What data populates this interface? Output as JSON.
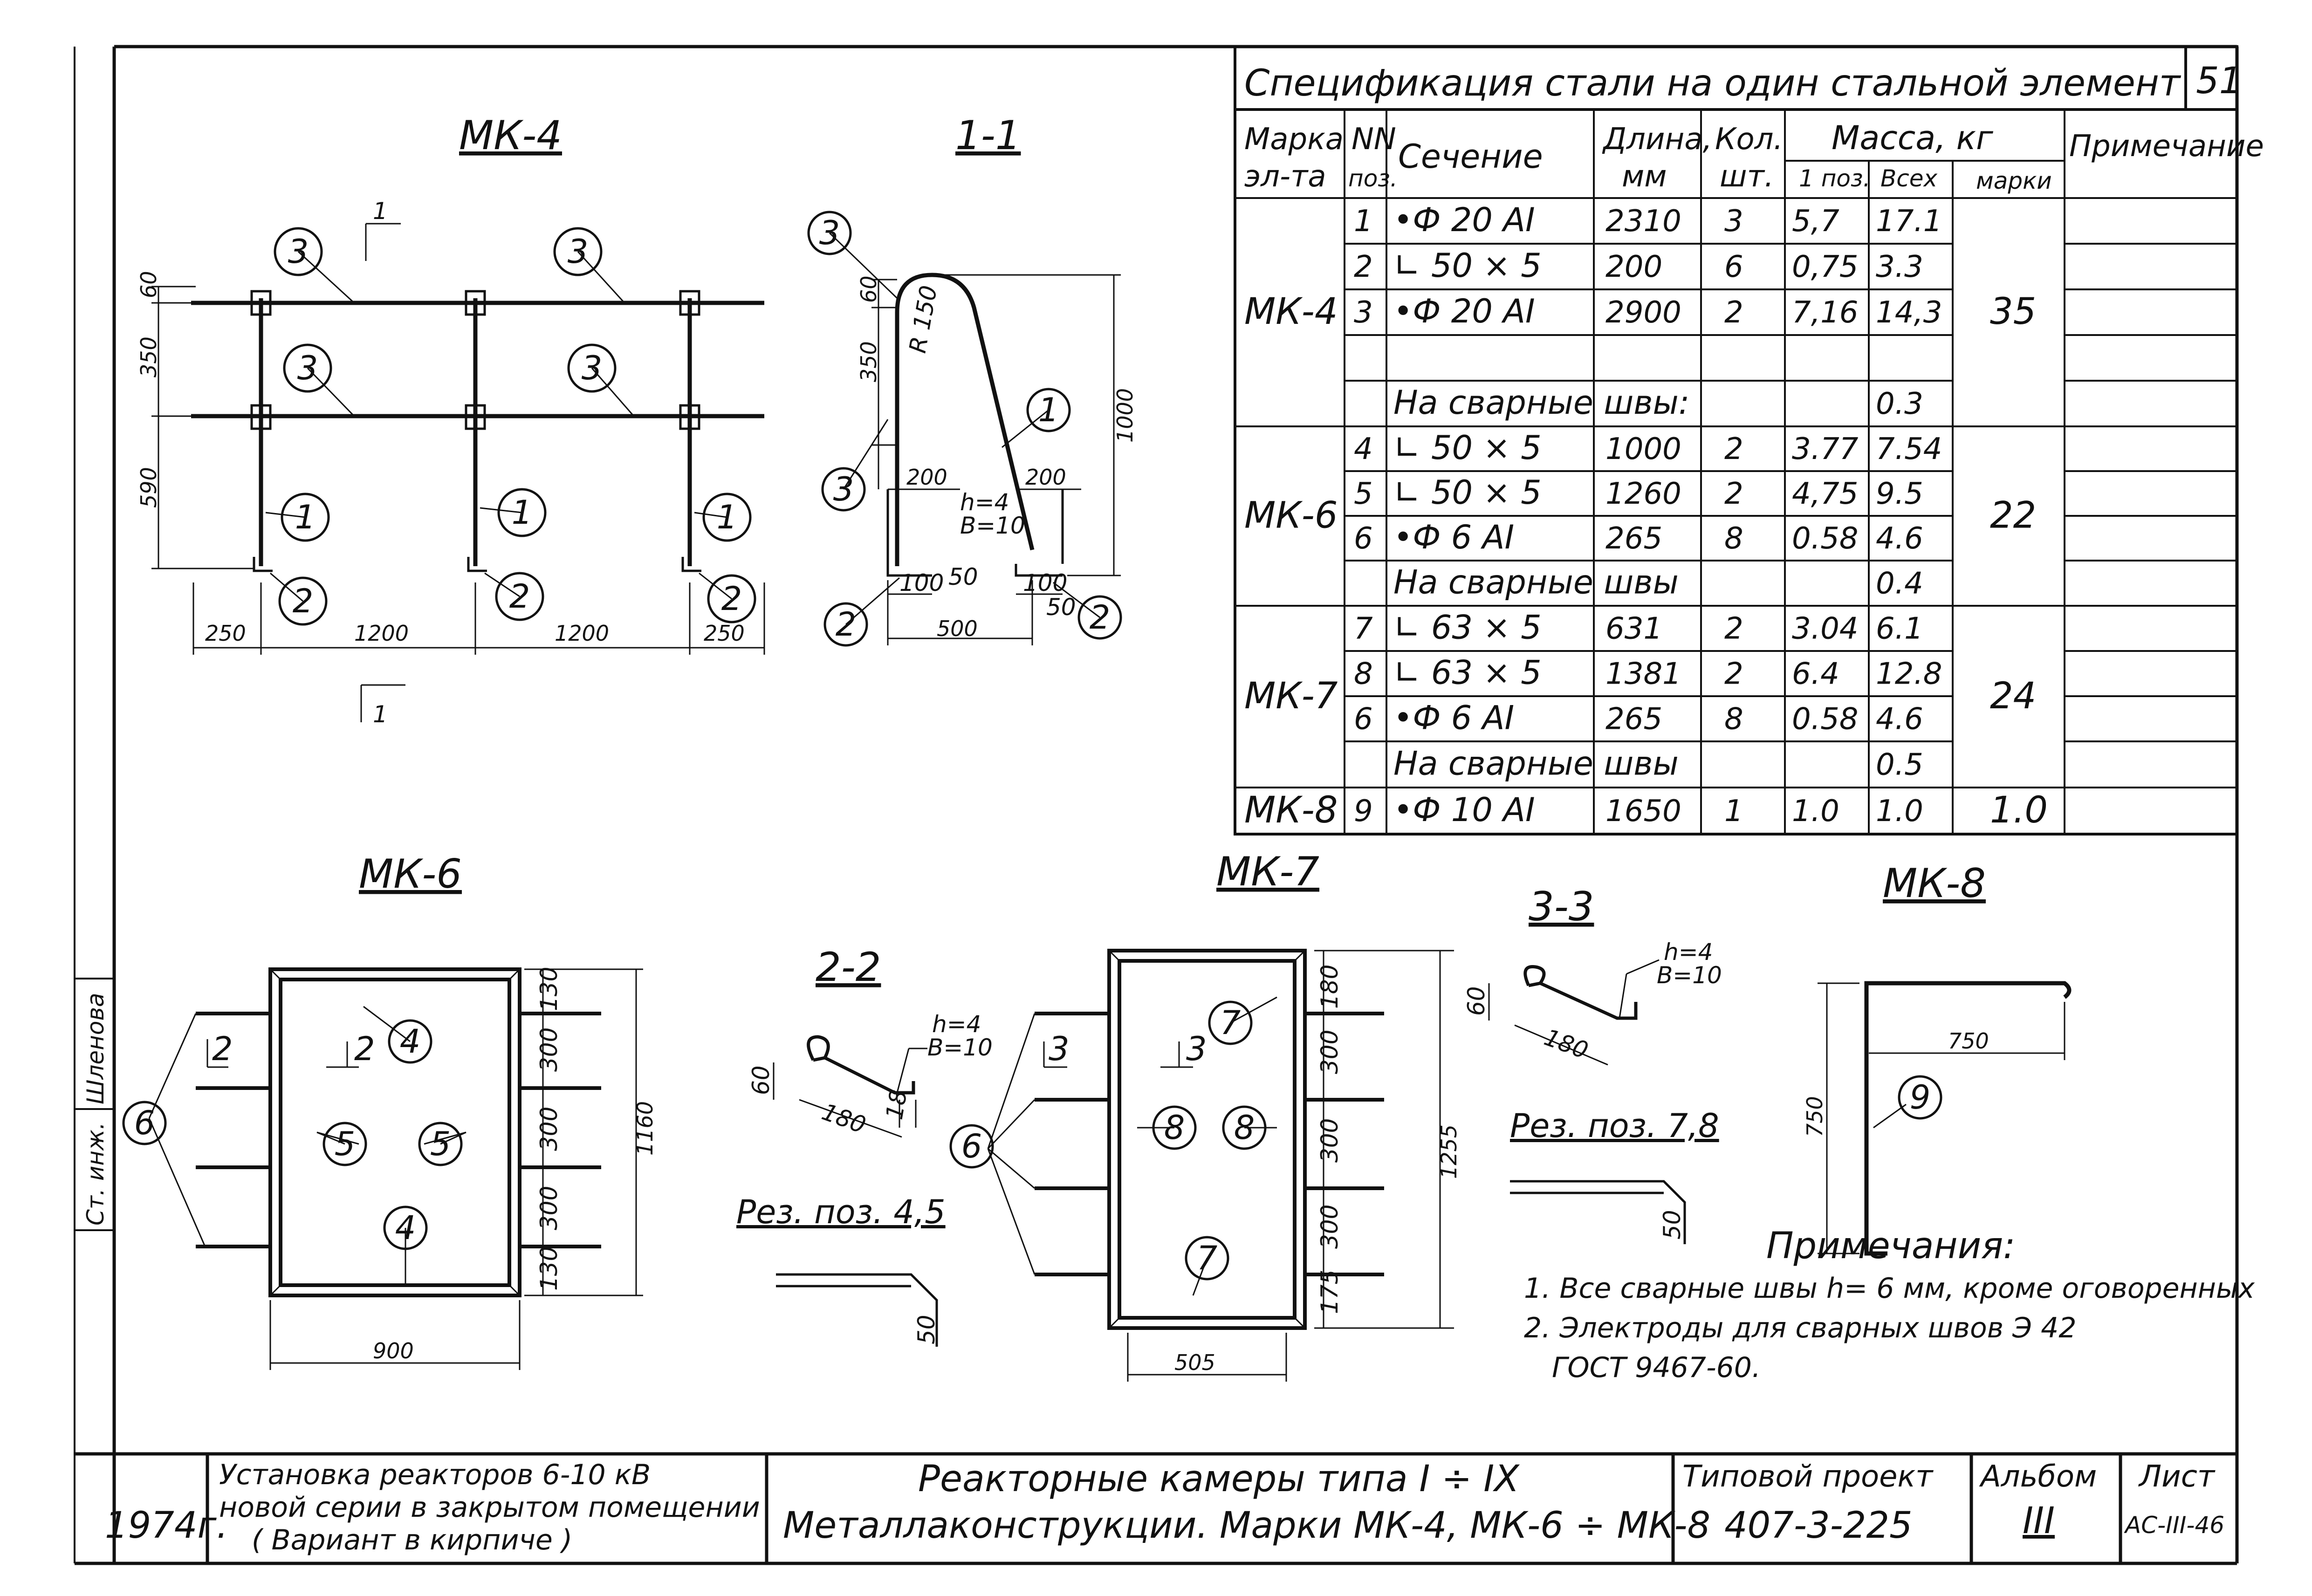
{
  "spec_table": {
    "title": "Спецификация стали на один стальной элемент",
    "sheet_no": "51",
    "headers": {
      "mark": [
        "Марка",
        "эл-та"
      ],
      "pos": [
        "NN",
        "поз."
      ],
      "section": "Сечение",
      "length": [
        "Длина,",
        "мм"
      ],
      "qty": [
        "Кол.",
        "шт."
      ],
      "mass": "Масса, кг",
      "mass_one": "1 поз.",
      "mass_all": "Всех",
      "mass_mark": "марки",
      "note": "Примечание"
    },
    "groups": [
      {
        "mark": "МК-4",
        "mark_total": "35",
        "rows": [
          {
            "pos": "1",
            "section": "•Ф 20 АI",
            "length": "2310",
            "qty": "3",
            "m1": "5,7",
            "mall": "17.1"
          },
          {
            "pos": "2",
            "section": "∟ 50 × 5",
            "length": "200",
            "qty": "6",
            "m1": "0,75",
            "mall": "3.3"
          },
          {
            "pos": "3",
            "section": "•Ф 20 АI",
            "length": "2900",
            "qty": "2",
            "m1": "7,16",
            "mall": "14,3"
          },
          {
            "pos": "",
            "section": "",
            "length": "",
            "qty": "",
            "m1": "",
            "mall": ""
          },
          {
            "pos": "",
            "section": "На сварные швы:",
            "length": "",
            "qty": "",
            "m1": "",
            "mall": "0.3"
          }
        ]
      },
      {
        "mark": "МК-6",
        "mark_total": "22",
        "rows": [
          {
            "pos": "4",
            "section": "∟ 50 × 5",
            "length": "1000",
            "qty": "2",
            "m1": "3.77",
            "mall": "7.54"
          },
          {
            "pos": "5",
            "section": "∟ 50 × 5",
            "length": "1260",
            "qty": "2",
            "m1": "4,75",
            "mall": "9.5"
          },
          {
            "pos": "6",
            "section": "•Ф 6 АI",
            "length": "265",
            "qty": "8",
            "m1": "0.58",
            "mall": "4.6"
          },
          {
            "pos": "",
            "section": "На сварные швы",
            "length": "",
            "qty": "",
            "m1": "",
            "mall": "0.4"
          }
        ]
      },
      {
        "mark": "МК-7",
        "mark_total": "24",
        "rows": [
          {
            "pos": "7",
            "section": "∟ 63 × 5",
            "length": "631",
            "qty": "2",
            "m1": "3.04",
            "mall": "6.1"
          },
          {
            "pos": "8",
            "section": "∟ 63 × 5",
            "length": "1381",
            "qty": "2",
            "m1": "6.4",
            "mall": "12.8"
          },
          {
            "pos": "6",
            "section": "•Ф 6 АI",
            "length": "265",
            "qty": "8",
            "m1": "0.58",
            "mall": "4.6"
          },
          {
            "pos": "",
            "section": "На сварные швы",
            "length": "",
            "qty": "",
            "m1": "",
            "mall": "0.5"
          }
        ]
      },
      {
        "mark": "МК-8",
        "mark_total": "1.0",
        "rows": [
          {
            "pos": "9",
            "section": "•Ф 10 АI",
            "length": "1650",
            "qty": "1",
            "m1": "1.0",
            "mall": "1.0"
          }
        ]
      }
    ]
  },
  "drawings": {
    "mk4": {
      "title": "МК-4",
      "dims": {
        "top": "60",
        "mid": "350",
        "low": "590",
        "left": "250",
        "span1": "1200",
        "span2": "1200",
        "right": "250"
      },
      "bubbles": [
        "3",
        "3",
        "3",
        "3",
        "1",
        "1",
        "1",
        "2",
        "2",
        "2"
      ],
      "cut_mark": "1"
    },
    "sec11": {
      "title": "1-1",
      "dims": {
        "top": "60",
        "mid": "350",
        "height": "1000",
        "radius": "R 150",
        "w1": "200",
        "w2": "200",
        "weld": "h=4",
        "weld_b": "B=10",
        "d100a": "100",
        "d50a": "50",
        "d100b": "100",
        "d50b": "50",
        "base": "500"
      },
      "bubbles": [
        "3",
        "3",
        "1",
        "2",
        "2"
      ]
    },
    "mk6": {
      "title": "МК-6",
      "dims": {
        "d130a": "130",
        "d300a": "300",
        "d300b": "300",
        "d300c": "300",
        "d130b": "130",
        "total_h": "1160",
        "width": "900"
      },
      "bubbles": [
        "4",
        "4",
        "5",
        "5",
        "6"
      ],
      "cut_mark": "2"
    },
    "sec22": {
      "title": "2-2",
      "dims": {
        "h": "60",
        "len": "180",
        "weld": "h=4",
        "weld_b": "B=10",
        "tail": "18"
      },
      "res_label": "Рез. поз. 4,5",
      "res_dim": "50"
    },
    "mk7": {
      "title": "МК-7",
      "dims": {
        "d180": "180",
        "d300a": "300",
        "d300b": "300",
        "d300c": "300",
        "d175": "175",
        "total_h": "1255",
        "width": "505"
      },
      "bubbles": [
        "7",
        "7",
        "8",
        "8",
        "6"
      ],
      "cut_mark": "3"
    },
    "sec33": {
      "title": "3-3",
      "dims": {
        "h": "60",
        "len": "180",
        "weld": "h=4",
        "weld_b": "B=10"
      },
      "res_label": "Рез. поз. 7,8",
      "res_dim": "50"
    },
    "mk8": {
      "title": "МК-8",
      "dims": {
        "w": "750",
        "h": "750"
      },
      "bubbles": [
        "9"
      ]
    }
  },
  "notes": {
    "title": "Примечания:",
    "items": [
      "1. Все сварные швы h= 6 мм, кроме оговоренных",
      "2. Электроды для сварных швов Э 42",
      "ГОСТ 9467-60."
    ]
  },
  "left_margin": {
    "role": "Ст. инж.",
    "name": "Шленова"
  },
  "title_block": {
    "year": "1974г.",
    "description": [
      "Установка реакторов 6-10 кВ",
      "новой серии в закрытом помещении",
      "( Вариант в кирпиче )"
    ],
    "title_line1": "Реакторные камеры типа I ÷ IX",
    "title_line2": "Металлаконструкции. Марки МК-4, МК-6 ÷ МК-8",
    "project_label": "Типовой проект",
    "project_no": "407-3-225",
    "album_label": "Альбом",
    "album_no": "III",
    "sheet_label": "Лист",
    "sheet_no": "АС-III-46"
  },
  "colors": {
    "ink": "#111111",
    "paper": "#ffffff"
  }
}
